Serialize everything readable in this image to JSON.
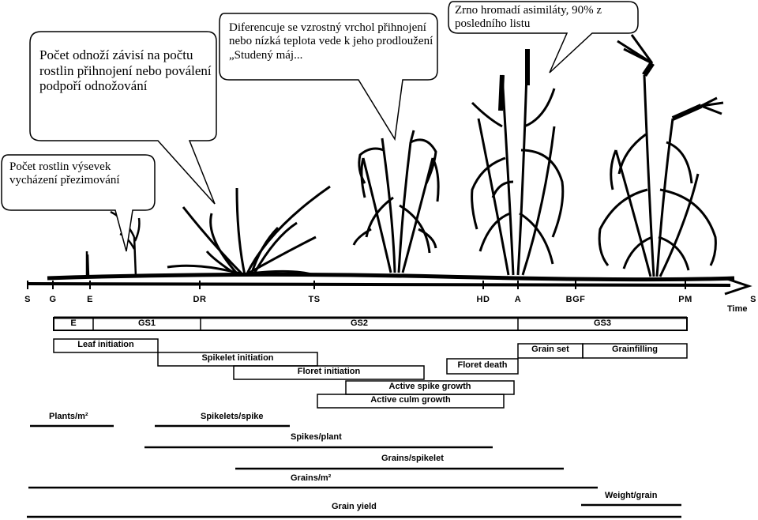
{
  "bubbles": {
    "tillers": "Počet odnoží závisí na počtu rostlin přihnojení nebo poválení podpoří odnožování",
    "plants": "Počet rostlin výsevek vycházení přezimování",
    "apex": "Diferencuje se vzrostný vrchol přihnojení nebo nízká teplota vede k jeho prodloužení „Studený máj...",
    "grain": "Zrno hromadí asimiláty, 90% z posledního listu"
  },
  "axis": {
    "ticks": [
      "S",
      "G",
      "E",
      "DR",
      "TS",
      "HD",
      "A",
      "BGF",
      "PM",
      "S"
    ],
    "time_label": "Time"
  },
  "stages": {
    "e": "E",
    "gs1": "GS1",
    "gs2": "GS2",
    "gs3": "GS3"
  },
  "phases": {
    "leaf": "Leaf initiation",
    "spikelet": "Spikelet initiation",
    "floret": "Floret initiation",
    "floret_death": "Floret death",
    "spike_growth": "Active spike growth",
    "culm_growth": "Active culm growth",
    "grain_set": "Grain set",
    "grain_filling": "Grainfilling"
  },
  "components": {
    "plants_m2": "Plants/m²",
    "spikelets_spike": "Spikelets/spike",
    "spikes_plant": "Spikes/plant",
    "grains_spikelet": "Grains/spikelet",
    "grains_m2": "Grains/m²",
    "weight_grain": "Weight/grain",
    "grain_yield": "Grain yield"
  }
}
